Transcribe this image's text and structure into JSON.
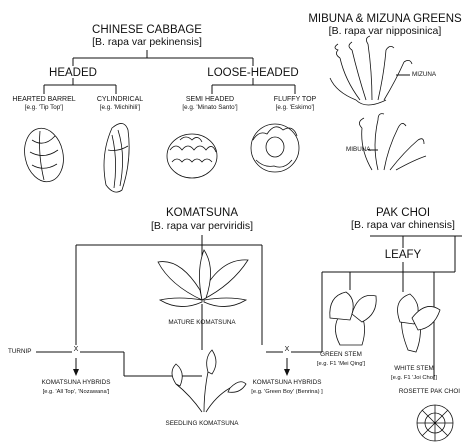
{
  "chinese_cabbage": {
    "title": "CHINESE CABBAGE",
    "latin": "[B. rapa var pekinensis]",
    "headed": {
      "label": "HEADED",
      "varieties": [
        {
          "name": "HEARTED BARREL",
          "example": "[e.g. 'Tip Top']"
        },
        {
          "name": "CYLINDRICAL",
          "example": "[e.g. 'Michihili']"
        }
      ]
    },
    "loose_headed": {
      "label": "LOOSE-HEADED",
      "varieties": [
        {
          "name": "SEMI HEADED",
          "example": "[e.g. 'Minato Santo']"
        },
        {
          "name": "FLUFFY TOP",
          "example": "[e.g. 'Eskimo']"
        }
      ]
    }
  },
  "mibuna_mizuna": {
    "title": "MIBUNA & MIZUNA GREENS",
    "latin": "[B. rapa var nipposinica]",
    "mizuna": "MIZUNA",
    "mibuna": "MIBUNA"
  },
  "komatsuna": {
    "title": "KOMATSUNA",
    "latin": "[B. rapa var perviridis]",
    "mature": "MATURE KOMATSUNA",
    "seedling": "SEEDLING KOMATSUNA",
    "turnip": "TURNIP",
    "cross_symbol": "X",
    "hybrids_left": {
      "name": "KOMATSUNA HYBRIDS",
      "example": "[e.g. 'All Top', 'Nozawana']"
    },
    "hybrids_right": {
      "name": "KOMATSUNA HYBRIDS",
      "example": "[e.g. 'Green Boy' (Benrina) ]"
    }
  },
  "pak_choi": {
    "title": "PAK CHOI",
    "latin": "[B. rapa var chinensis]",
    "leafy": "LEAFY",
    "green_stem": {
      "name": "GREEN STEM",
      "example": "[e.g. F1 'Mei Qing']"
    },
    "white_stem": {
      "name": "WHITE STEM",
      "example": "[e.g. F1 'Joi Choi']"
    },
    "rosette": "ROSETTE PAK CHOI"
  }
}
